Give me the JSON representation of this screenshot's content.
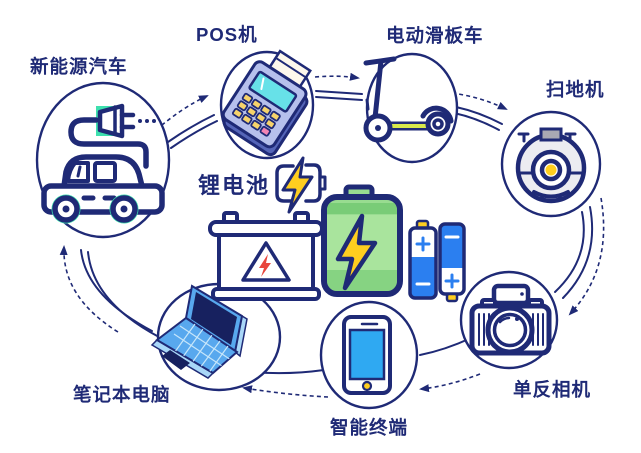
{
  "diagram": {
    "title": "锂电池",
    "center": {
      "label": "锂电池",
      "icons": [
        "battery-bracket-bolt-icon",
        "car-battery-warning-icon",
        "green-battery-bolt-icon",
        "aa-batteries-icon"
      ]
    },
    "nodes": [
      {
        "id": "new-energy-vehicle",
        "label": "新能源汽车",
        "icon": "electric-car-plug-icon"
      },
      {
        "id": "pos-machine",
        "label": "POS机",
        "icon": "pos-terminal-icon"
      },
      {
        "id": "electric-scooter",
        "label": "电动滑板车",
        "icon": "kick-scooter-icon"
      },
      {
        "id": "sweeping-robot",
        "label": "扫地机",
        "icon": "robot-vacuum-icon"
      },
      {
        "id": "dslr-camera",
        "label": "单反相机",
        "icon": "dslr-camera-icon"
      },
      {
        "id": "smart-terminal",
        "label": "智能终端",
        "icon": "smartphone-icon"
      },
      {
        "id": "laptop",
        "label": "笔记本电脑",
        "icon": "laptop-icon"
      }
    ],
    "flow_edges": [
      "新能源汽车→POS机",
      "POS机→电动滑板车",
      "电动滑板车→扫地机",
      "扫地机→单反相机",
      "单反相机→智能终端",
      "智能终端→笔记本电脑",
      "笔记本电脑→新能源汽车"
    ],
    "colors": {
      "outline_navy": "#1F2A76",
      "mint_green": "#3EE0AE",
      "battery_green": "#98DC90",
      "battery_green_dark": "#79CC77",
      "battery_green_light": "#A9E49D",
      "bolt_yellow": "#FFCE1F",
      "key_yellow": "#F6D36B",
      "key_pink": "#F285B5",
      "screen_cyan": "#67E1E8",
      "pos_body": "#B6C0EC",
      "pos_side": "#5565B8",
      "battery_blue": "#2B7FF0",
      "phone_screen_blue": "#2FA9F2",
      "laptop_blue": "#58A8EE",
      "laptop_dark": "#17215F",
      "laptop_light": "#A9D7F8",
      "warning_red": "#E8453C",
      "deck_yellow_green": "#D8E84C",
      "robot_gray": "#ECECF1",
      "robot_gray_dark": "#A9A9B3",
      "paper_cream": "#FDF8EC"
    }
  }
}
